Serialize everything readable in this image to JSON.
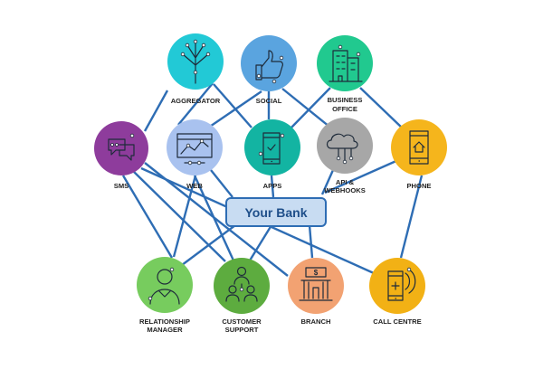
{
  "hub": {
    "label": "Your Bank",
    "fill": "#c8dcf2",
    "stroke": "#2e6db4"
  },
  "line_color": "#2e6db4",
  "channels": {
    "aggregator": {
      "label": "AGGREGATOR",
      "color": "#22c9d6",
      "icon": "tree-network-icon"
    },
    "social": {
      "label": "SOCIAL",
      "color": "#5aa4df",
      "icon": "thumbs-up-icon"
    },
    "business_office": {
      "label_line1": "BUSINESS",
      "label_line2": "OFFICE",
      "color": "#21c98f",
      "icon": "office-building-icon"
    },
    "sms": {
      "label": "SMS",
      "color": "#8e3c9c",
      "icon": "chat-bubbles-icon"
    },
    "web": {
      "label": "WEB",
      "color": "#a9c2ef",
      "icon": "browser-chart-icon"
    },
    "apps": {
      "label": "APPS",
      "color": "#13b4a2",
      "icon": "smartphone-icon"
    },
    "api_webhooks": {
      "label_line1": "API &",
      "label_line2": "WEBHOOKS",
      "color": "#a7a7a7",
      "icon": "cloud-api-icon"
    },
    "phone": {
      "label": "PHONE",
      "color": "#f5b51c",
      "icon": "mobile-home-icon"
    },
    "relationship_manager": {
      "label_line1": "RELATIONSHIP",
      "label_line2": "MANAGER",
      "color": "#77cc5e",
      "icon": "person-icon"
    },
    "customer_support": {
      "label_line1": "CUSTOMER",
      "label_line2": "SUPPORT",
      "color": "#5dac3f",
      "icon": "people-group-icon"
    },
    "branch": {
      "label": "BRANCH",
      "color": "#f2a272",
      "icon": "bank-building-icon"
    },
    "call_centre": {
      "label": "CALL CENTRE",
      "color": "#f2b115",
      "icon": "phone-support-icon"
    }
  }
}
